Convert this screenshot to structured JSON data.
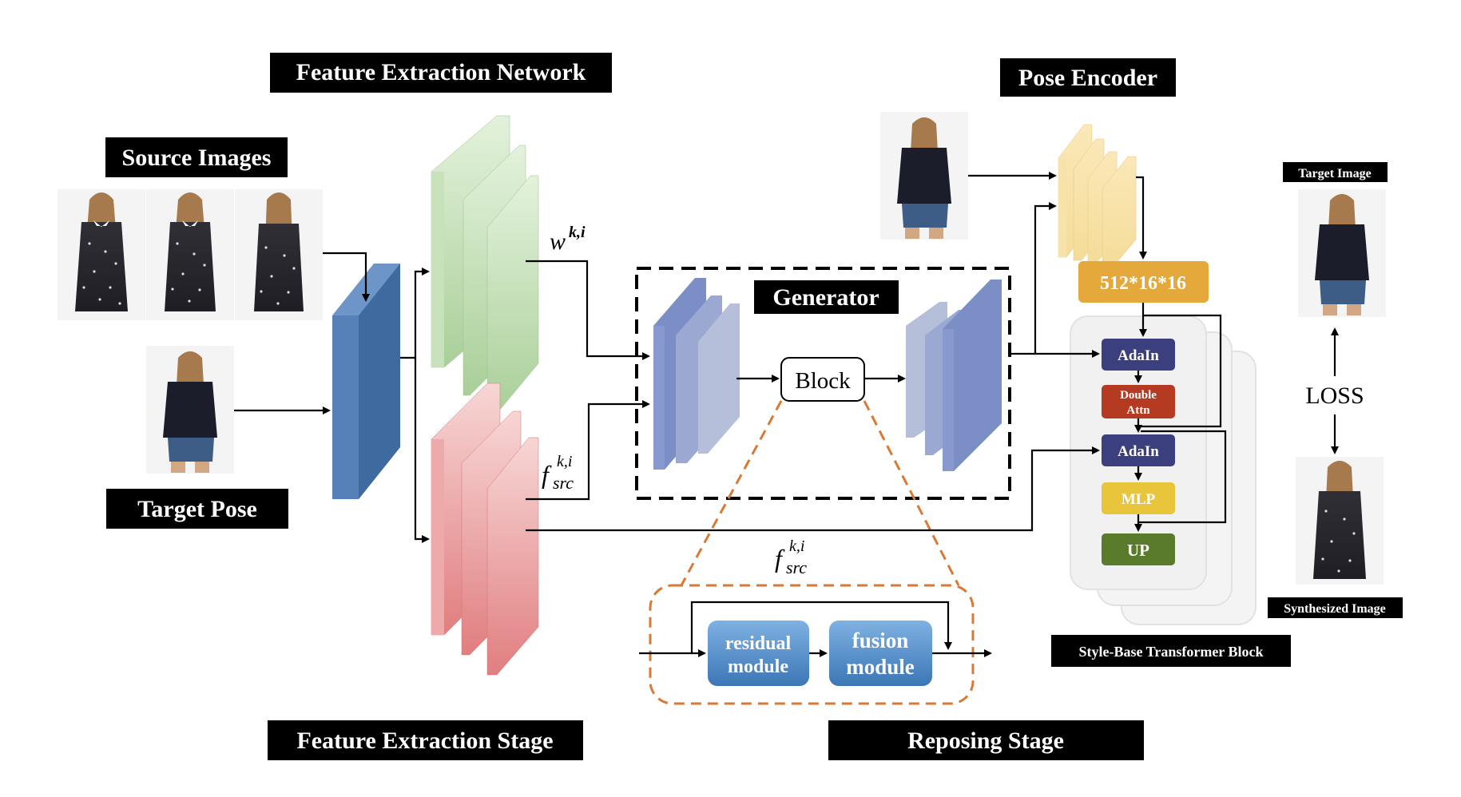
{
  "labels": {
    "feature_extraction_network": "Feature Extraction Network",
    "source_images": "Source Images",
    "target_pose": "Target Pose",
    "pose_encoder": "Pose Encoder",
    "generator": "Generator",
    "block": "Block",
    "feature_extraction_stage": "Feature Extraction Stage",
    "reposing_stage": "Reposing Stage",
    "target_image": "Target Image",
    "synthesized_image": "Synthesized Image",
    "loss": "LOSS",
    "style_base_transformer_block": "Style-Base Transformer Block",
    "dims": "512*16*16",
    "adain_1": "AdaIn",
    "double_attn_line1": "Double",
    "double_attn_line2": "Attn",
    "adain_2": "AdaIn",
    "mlp": "MLP",
    "up": "UP",
    "residual_line1": "residual",
    "residual_line2": "module",
    "fusion_line1": "fusion",
    "fusion_line2": "module"
  },
  "math": {
    "w_base": "w",
    "w_sup": "k,i",
    "f_base": "f",
    "f_sup": "k,i",
    "f_sub": "src",
    "f2_base": "f",
    "f2_sup": "k,i",
    "f2_sub": "src"
  },
  "colors": {
    "blue_encoder": "#4f79ad",
    "green_layers": "#b9d8ab",
    "pink_layers": "#e68a8c",
    "generator_layers": "#8e9fce",
    "pose_layers": "#f2d99a",
    "dims_box": "#e3a43a",
    "adain": "#3c3f7e",
    "double_attn": "#b8391f",
    "mlp": "#e8c33a",
    "up": "#5a7a2d",
    "residual": "#5a95d0",
    "dashed_orange": "#d87a35"
  }
}
